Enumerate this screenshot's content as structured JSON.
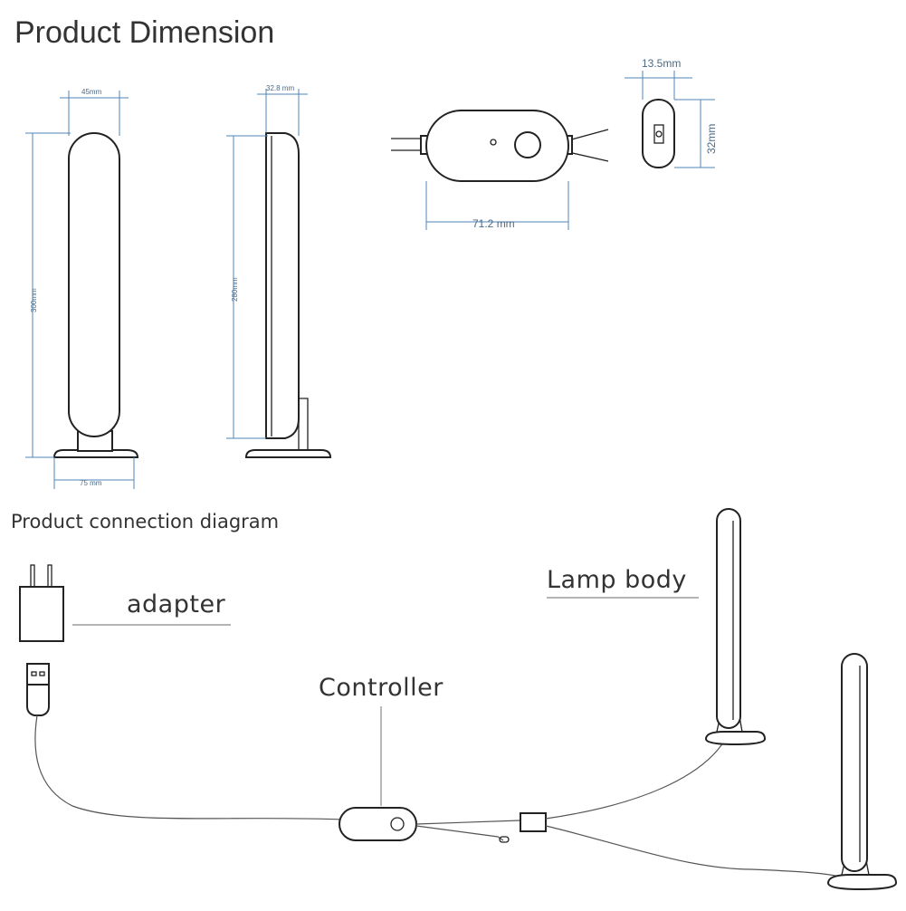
{
  "title": "Product Dimension",
  "connection_title": "Product connection diagram",
  "dimensions": {
    "lamp_width": "45mm",
    "lamp_height": "300mm",
    "base_width": "75 mm",
    "side_depth": "32.8 mm",
    "side_height": "280mm",
    "controller_length": "71.2 mm",
    "controller_thickness": "13.5mm",
    "controller_height": "32mm"
  },
  "labels": {
    "adapter": "adapter",
    "controller": "Controller",
    "lamp_body": "Lamp body"
  },
  "colors": {
    "dimension_line": "#4f86b8",
    "outline": "#222222",
    "text": "#333333"
  }
}
